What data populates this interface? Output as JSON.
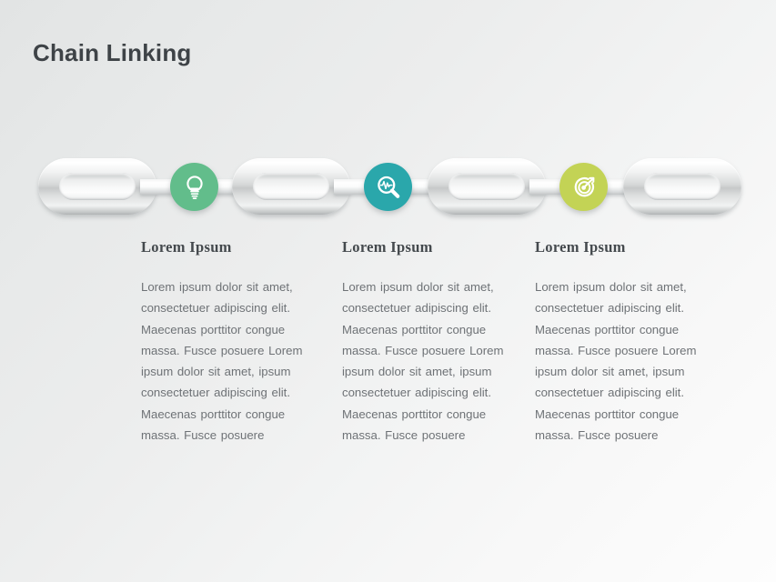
{
  "slide": {
    "title": "Chain Linking",
    "background_start": "#e2e4e4",
    "background_end": "#fdfdfd",
    "title_color": "#3e4347"
  },
  "chain": {
    "links": [
      {
        "name": "chain-link-1",
        "bars": "right"
      },
      {
        "name": "chain-link-2",
        "bars": "both"
      },
      {
        "name": "chain-link-3",
        "bars": "both"
      },
      {
        "name": "chain-link-4",
        "bars": "left"
      }
    ],
    "nodes": [
      {
        "name": "lightbulb",
        "icon": "lightbulb-icon",
        "color": "#62bd8b"
      },
      {
        "name": "analysis",
        "icon": "magnifier-pulse-icon",
        "color": "#2aa7ab"
      },
      {
        "name": "target",
        "icon": "target-arrow-icon",
        "color": "#c3d койн"
      }
    ]
  },
  "columns": [
    {
      "heading": "Lorem Ipsum",
      "body": "Lorem ipsum dolor sit amet, consectetuer adipiscing elit. Maecenas porttitor congue massa. Fusce posuere Lorem ipsum dolor sit amet, ipsum consectetuer adipiscing elit. Maecenas porttitor congue massa. Fusce posuere"
    },
    {
      "heading": "Lorem Ipsum",
      "body": "Lorem ipsum dolor sit amet, consectetuer adipiscing elit. Maecenas porttitor congue massa. Fusce posuere Lorem ipsum dolor sit amet, ipsum consectetuer adipiscing elit. Maecenas porttitor congue massa. Fusce posuere"
    },
    {
      "heading": "Lorem Ipsum",
      "body": "Lorem ipsum dolor sit amet, consectetuer adipiscing elit. Maecenas porttitor congue massa. Fusce posuere Lorem ipsum dolor sit amet, ipsum consectetuer adipiscing elit. Maecenas porttitor congue massa. Fusce posuere"
    }
  ],
  "icon_colors": {
    "green": "#62bd8b",
    "teal": "#2aa7ab",
    "lime": "#c3d355"
  }
}
